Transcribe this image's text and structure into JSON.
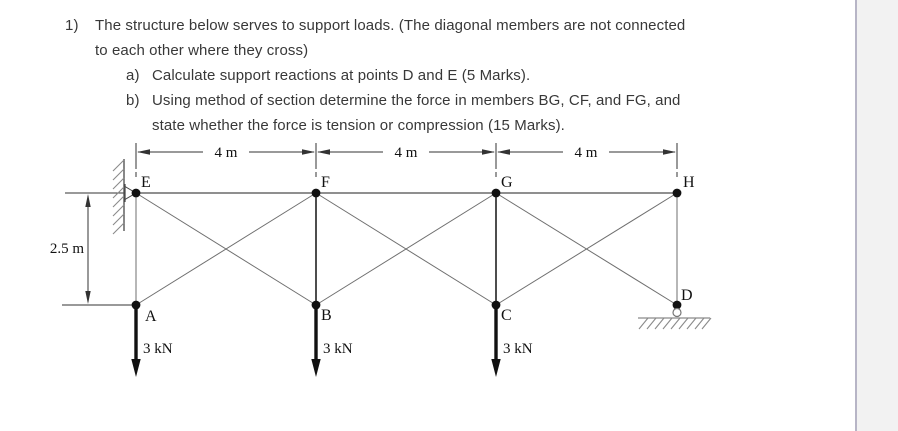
{
  "problem": {
    "number": "1)",
    "statement_line1": "The structure below serves to support loads. (The diagonal members are not connected",
    "statement_line2": "to each other where they cross)",
    "part_a_label": "a)",
    "part_a_text": "Calculate support reactions at points D and E (5 Marks).",
    "part_b_label": "b)",
    "part_b_line1": "Using method of section determine the force in members BG, CF, and FG, and",
    "part_b_line2": "state whether the force is tension or compression (15 Marks)."
  },
  "diagram": {
    "labels": {
      "e": "E",
      "f": "F",
      "g": "G",
      "h": "H",
      "a": "A",
      "b": "B",
      "c": "C",
      "d": "D"
    },
    "dim_span_1": "4 m",
    "dim_span_2": "4 m",
    "dim_span_3": "4 m",
    "dim_height": "2.5 m",
    "load_a": "3 kN",
    "load_b": "3 kN",
    "load_c": "3 kN"
  },
  "colors": {
    "page_background": "#ffffff",
    "gutter_background": "#f2f2f2",
    "gutter_separator": "#b7b5c6",
    "text": "#383838",
    "diagram_lines": "#6f6f6f"
  }
}
